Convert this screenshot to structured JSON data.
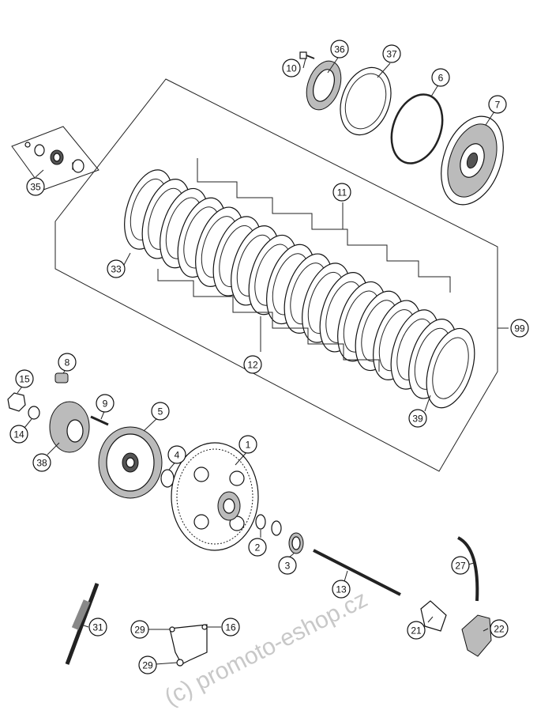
{
  "watermark": "(c) promoto-eshop.cz",
  "callouts": [
    {
      "id": "1",
      "label": "1"
    },
    {
      "id": "2",
      "label": "2"
    },
    {
      "id": "3",
      "label": "3"
    },
    {
      "id": "4",
      "label": "4"
    },
    {
      "id": "5",
      "label": "5"
    },
    {
      "id": "6",
      "label": "6"
    },
    {
      "id": "7",
      "label": "7"
    },
    {
      "id": "8",
      "label": "8"
    },
    {
      "id": "9",
      "label": "9"
    },
    {
      "id": "10",
      "label": "10"
    },
    {
      "id": "11",
      "label": "11"
    },
    {
      "id": "12",
      "label": "12"
    },
    {
      "id": "13",
      "label": "13"
    },
    {
      "id": "14",
      "label": "14"
    },
    {
      "id": "15",
      "label": "15"
    },
    {
      "id": "16",
      "label": "16"
    },
    {
      "id": "21",
      "label": "21"
    },
    {
      "id": "22",
      "label": "22"
    },
    {
      "id": "27",
      "label": "27"
    },
    {
      "id": "29a",
      "label": "29"
    },
    {
      "id": "29b",
      "label": "29"
    },
    {
      "id": "31",
      "label": "31"
    },
    {
      "id": "33",
      "label": "33"
    },
    {
      "id": "35",
      "label": "35"
    },
    {
      "id": "36",
      "label": "36"
    },
    {
      "id": "37",
      "label": "37"
    },
    {
      "id": "38",
      "label": "38"
    },
    {
      "id": "39",
      "label": "39"
    },
    {
      "id": "99",
      "label": "99"
    }
  ]
}
